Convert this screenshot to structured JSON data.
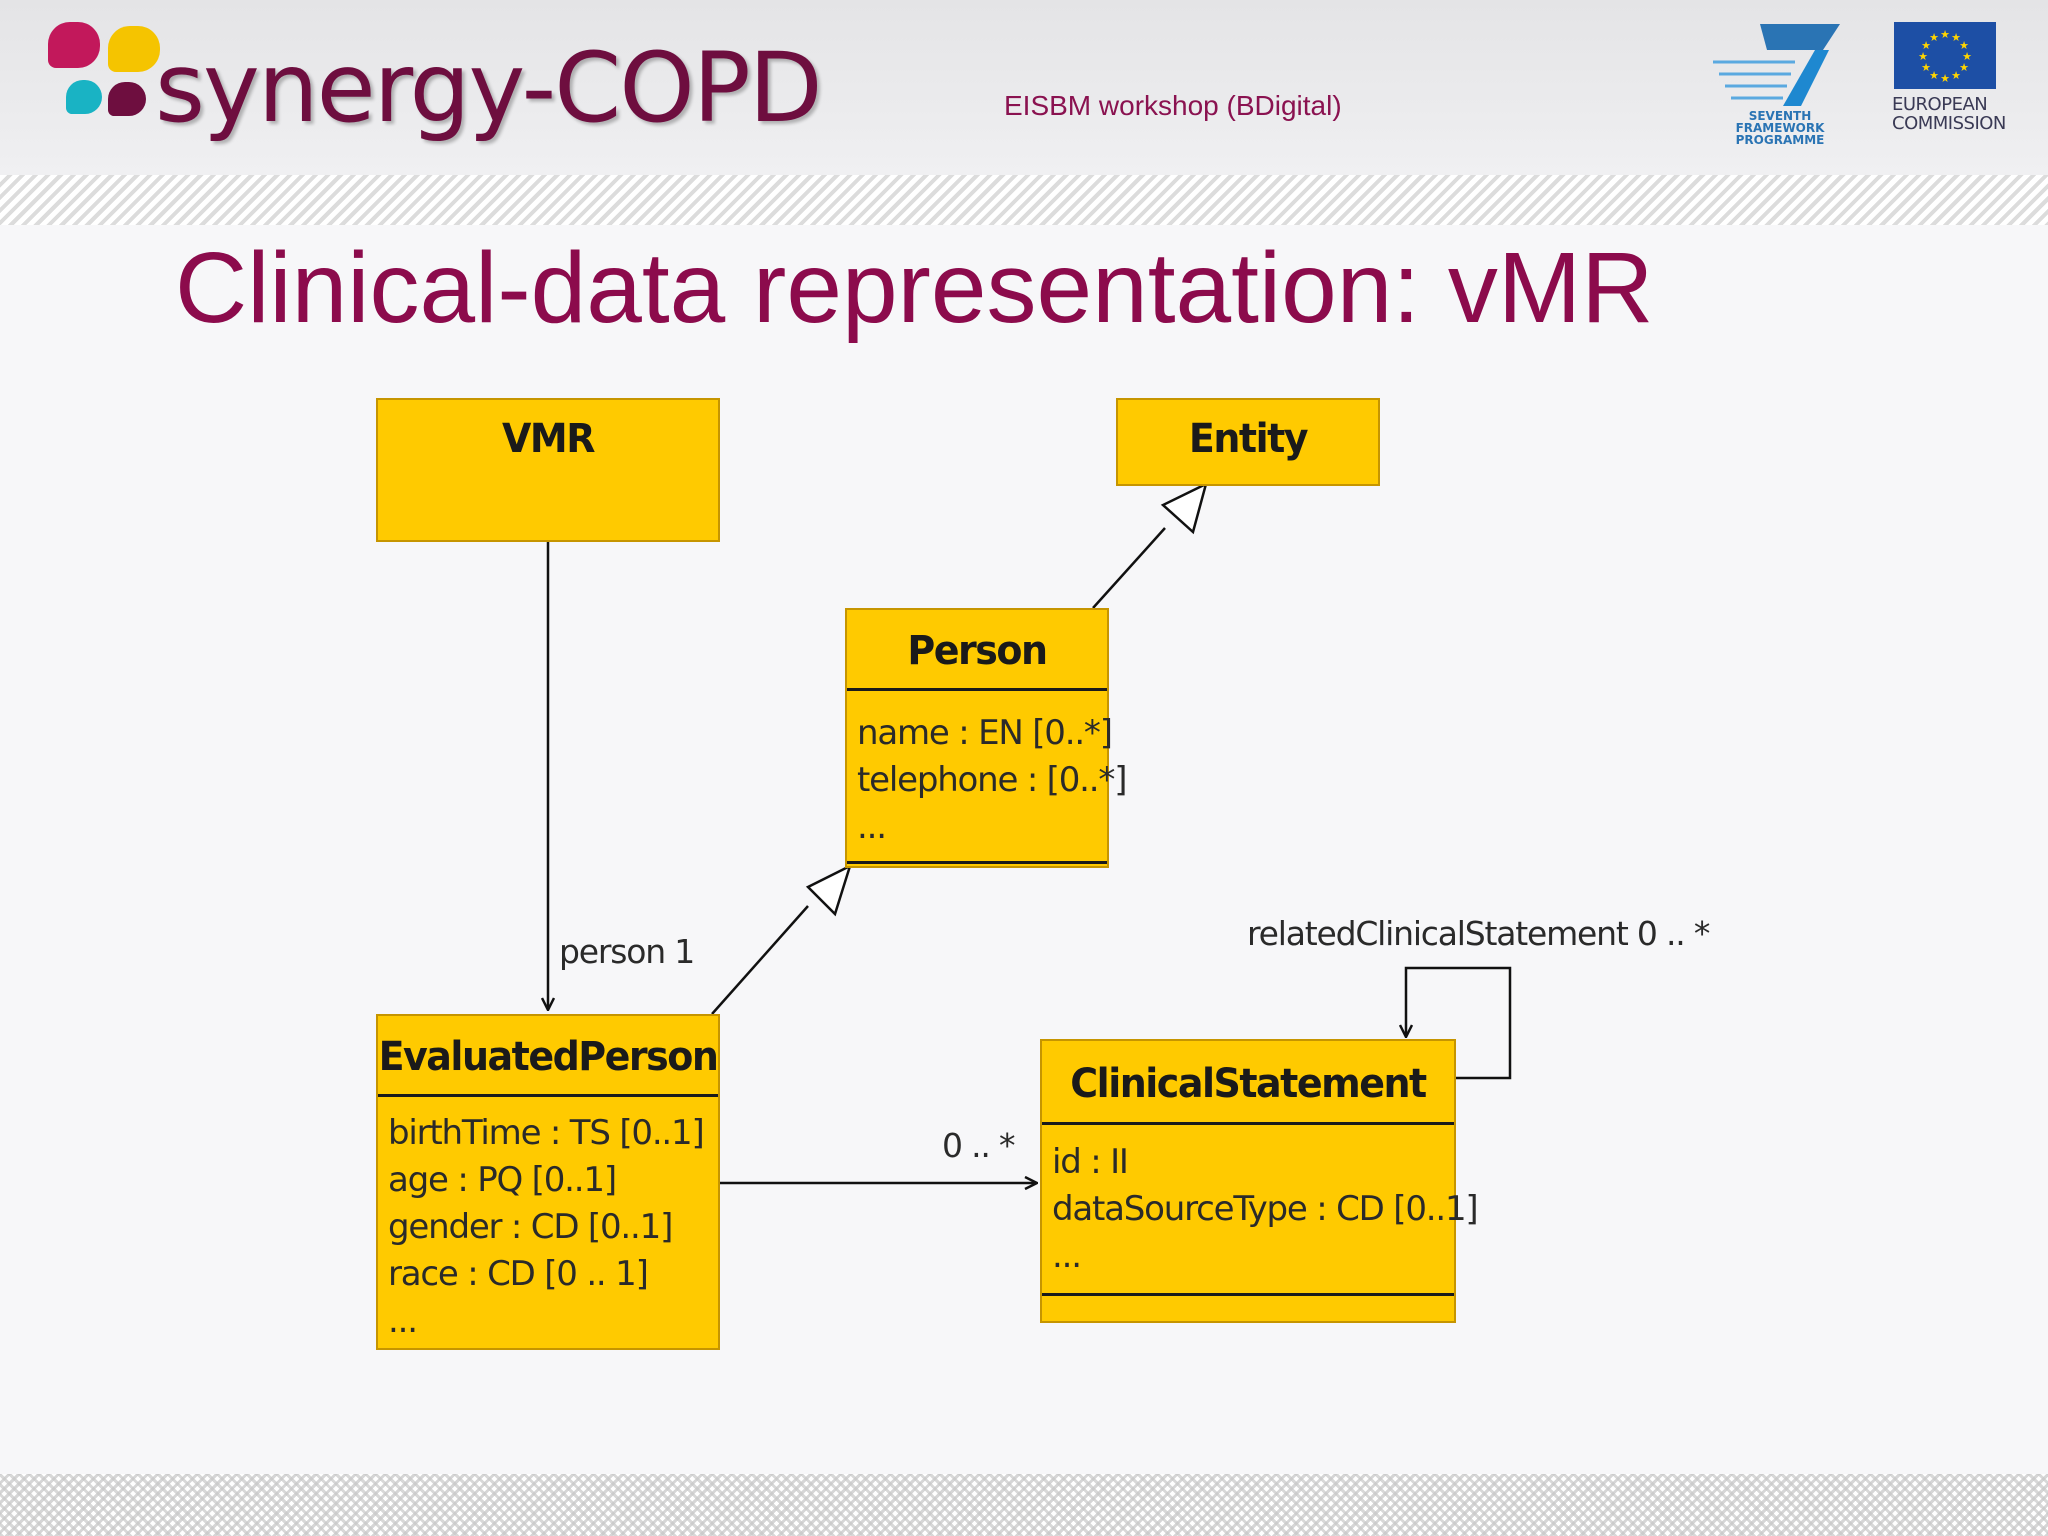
{
  "header": {
    "logo_text": "synergy-COPD",
    "event": "EISBM workshop (BDigital)",
    "fp7_label": [
      "SEVENTH FRAMEWORK",
      "PROGRAMME"
    ],
    "ec_label": [
      "EUROPEAN",
      "COMMISSION"
    ]
  },
  "slide": {
    "title": "Clinical-data representation: vMR"
  },
  "diagram": {
    "classes": {
      "vmr": {
        "name": "VMR"
      },
      "entity": {
        "name": "Entity"
      },
      "person": {
        "name": "Person",
        "attributes": [
          "name : EN [0..*]",
          "telephone : [0..*]",
          "..."
        ]
      },
      "evaluated_person": {
        "name": "EvaluatedPerson",
        "attributes": [
          "birthTime : TS [0..1]",
          "age : PQ [0..1]",
          "gender : CD [0..1]",
          "race : CD [0 .. 1]",
          "..."
        ]
      },
      "clinical_statement": {
        "name": "ClinicalStatement",
        "attributes": [
          "id : II",
          "dataSourceType : CD [0..1]",
          "..."
        ]
      }
    },
    "relations": {
      "vmr_to_evaluated_person": "person 1",
      "evaluated_person_to_clinical_statement": "0 .. *",
      "clinical_statement_self": "relatedClinicalStatement 0 .. *"
    }
  },
  "colors": {
    "title": "#8c0b4c",
    "class_fill": "#ffca00",
    "logo_blobs": [
      "#c2185b",
      "#f5c400",
      "#19b3c4",
      "#6e0e3f"
    ]
  }
}
